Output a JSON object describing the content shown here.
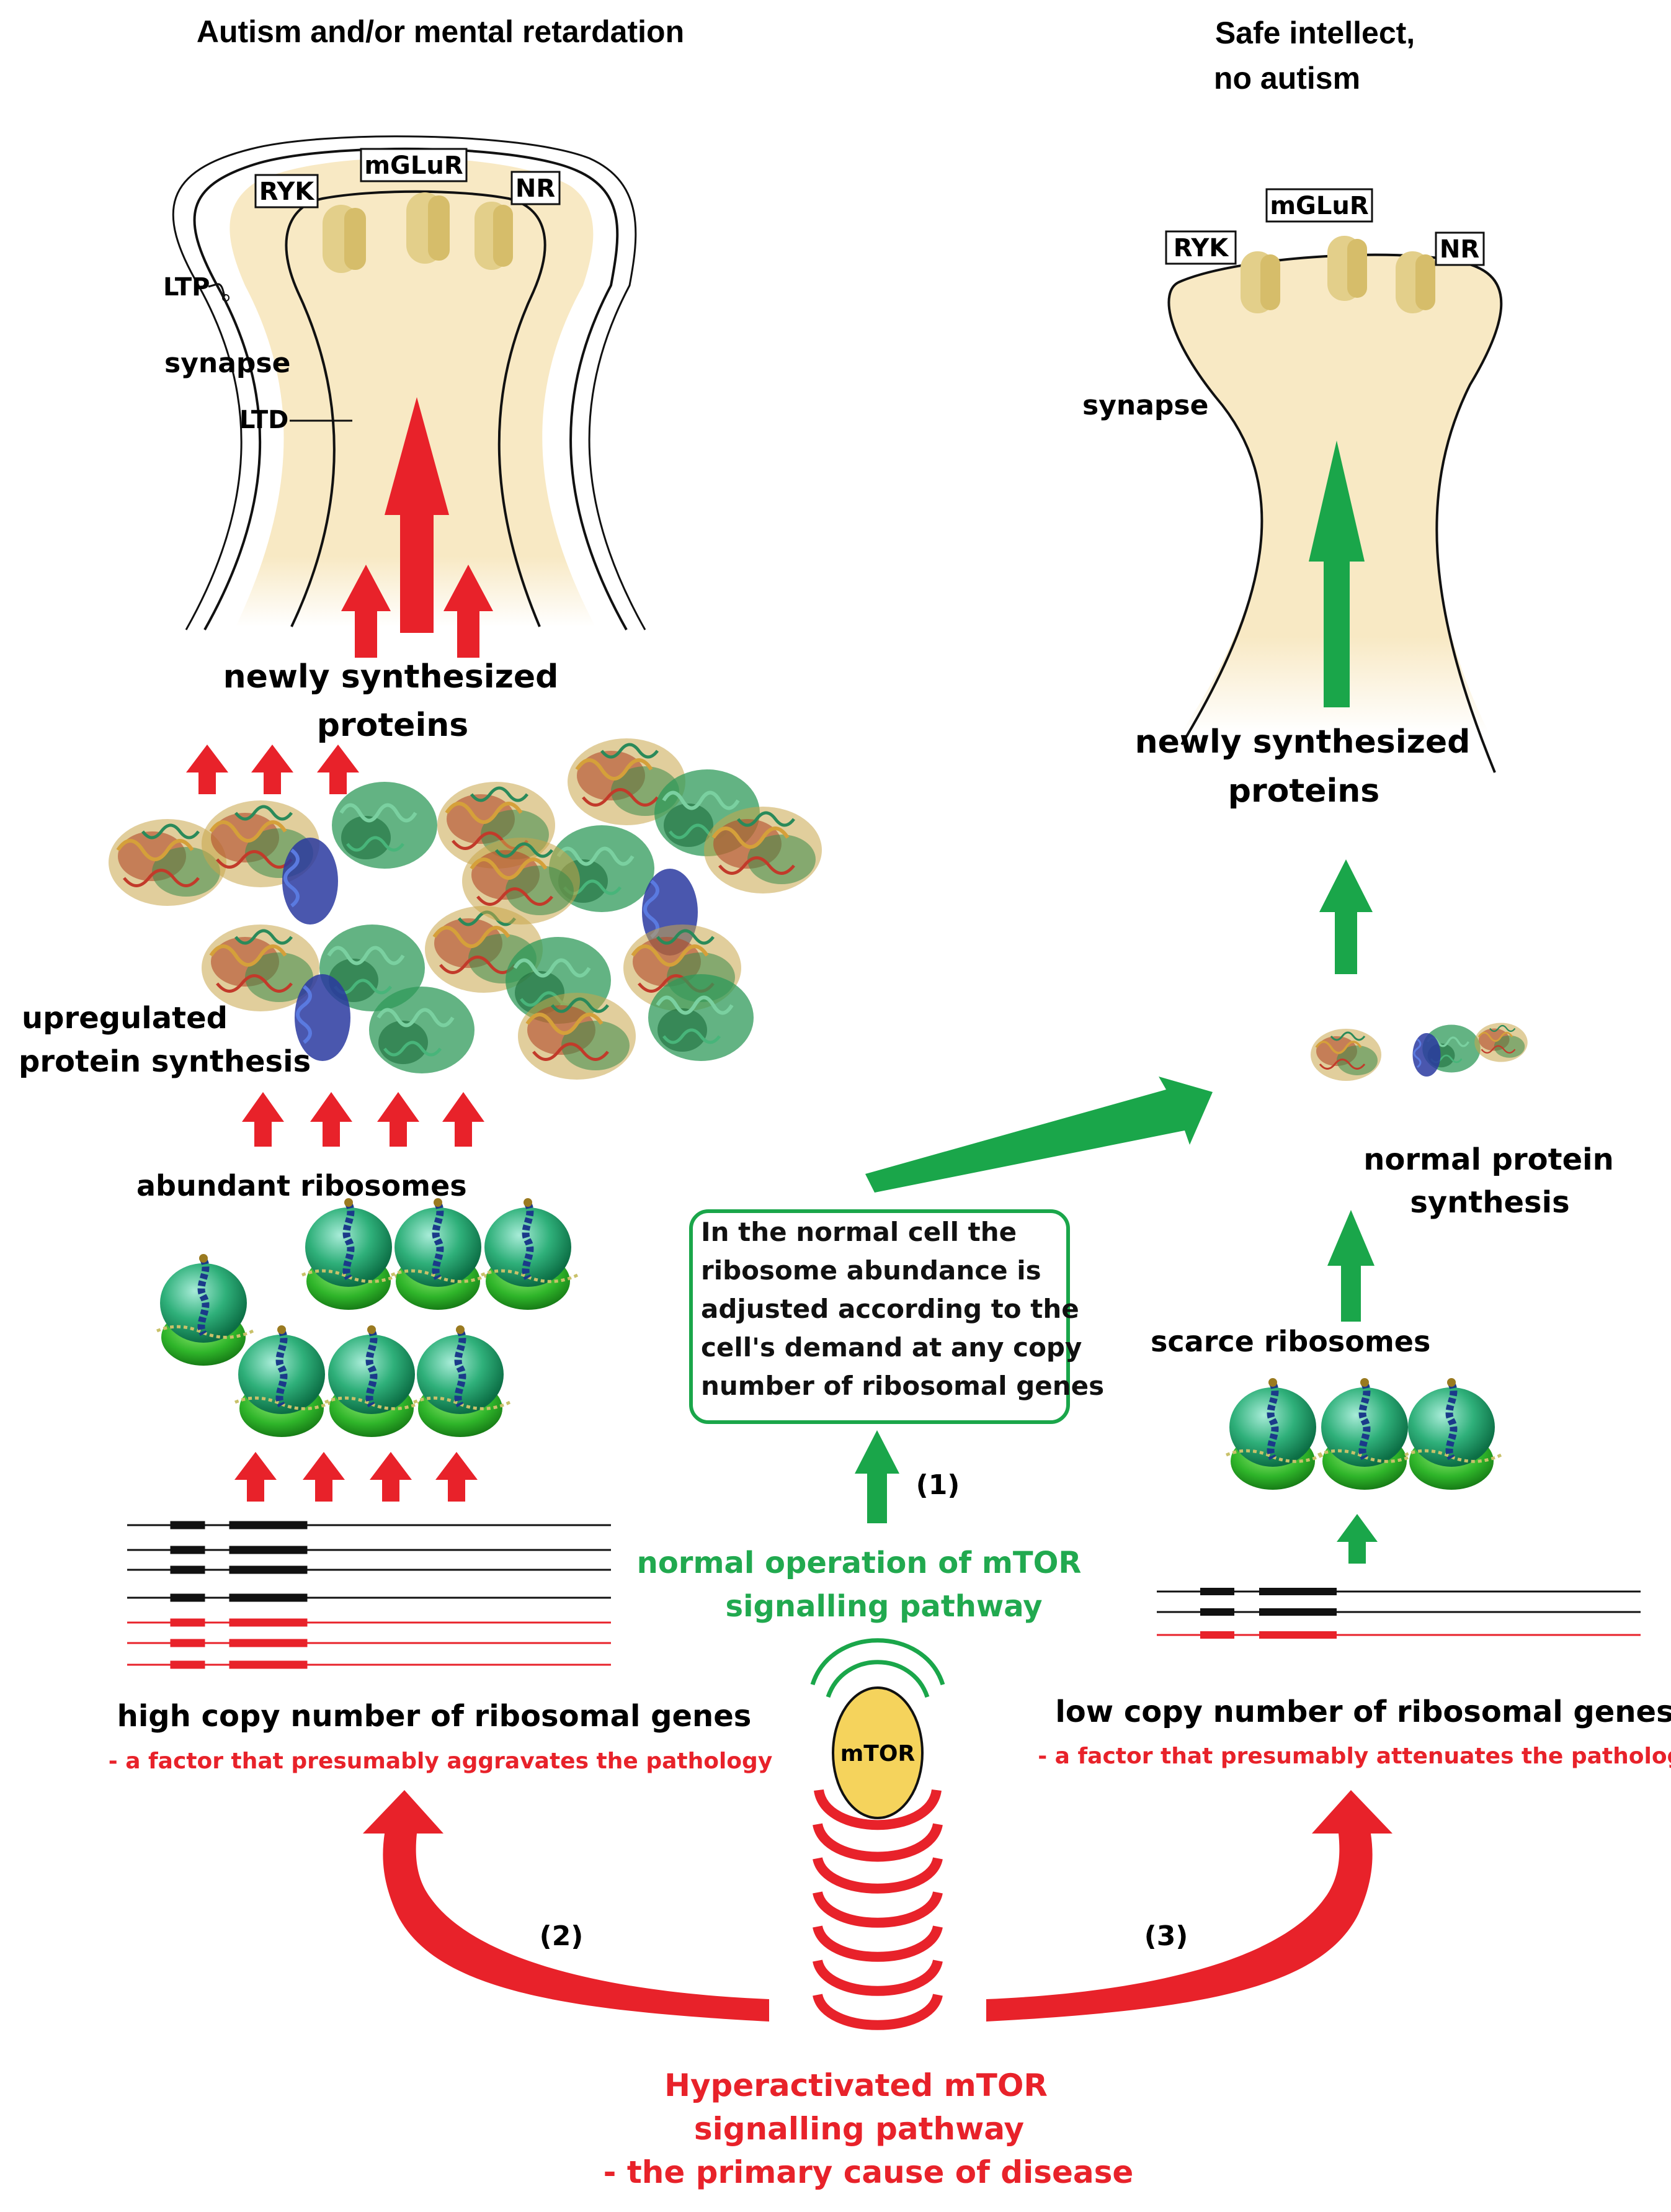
{
  "left": {
    "title": "Autism and/or mental retardation",
    "receptors": {
      "ryk": "RYK",
      "mglur": "mGLuR",
      "nr": "NR"
    },
    "ltp": "LTP",
    "synapse": "synapse",
    "ltd": "LTD",
    "proteins_line1": "newly synthesized",
    "proteins_line2": "proteins",
    "upregulated_line1": "upregulated",
    "upregulated_line2": "protein synthesis",
    "ribosomes": "abundant ribosomes",
    "genes": "high copy number of ribosomal genes",
    "genes_note": "- a factor that presumably aggravates the pathology"
  },
  "right": {
    "title_line1": "Safe intellect,",
    "title_line2": "no autism",
    "receptors": {
      "ryk": "RYK",
      "mglur": "mGLuR",
      "nr": "NR"
    },
    "synapse": "synapse",
    "proteins_line1": "newly synthesized",
    "proteins_line2": "proteins",
    "normal_line1": "normal protein",
    "normal_line2": "synthesis",
    "ribosomes": "scarce ribosomes",
    "genes": "low copy number of ribosomal genes",
    "genes_note": "- a factor that presumably attenuates the pathology"
  },
  "center": {
    "box_lines": [
      "In the normal cell the",
      "ribosome abundance is",
      "adjusted according to the",
      "cell's demand at any copy",
      "number of ribosomal genes"
    ],
    "step1": "(1)",
    "step2": "(2)",
    "step3": "(3)",
    "normal_line1": "normal operation of mTOR",
    "normal_line2": "signalling  pathway",
    "mtor": "mTOR",
    "hyper_line1": "Hyperactivated mTOR",
    "hyper_line2": "signalling pathway",
    "hyper_line3": "- the primary cause of disease"
  },
  "colors": {
    "red": "#e8222a",
    "green": "#1aa64a",
    "green_text": "#21a94f",
    "synapse_fill": "#f8e9c4",
    "receptor": "#e3cf8a",
    "mtor": "#f5d35c"
  }
}
